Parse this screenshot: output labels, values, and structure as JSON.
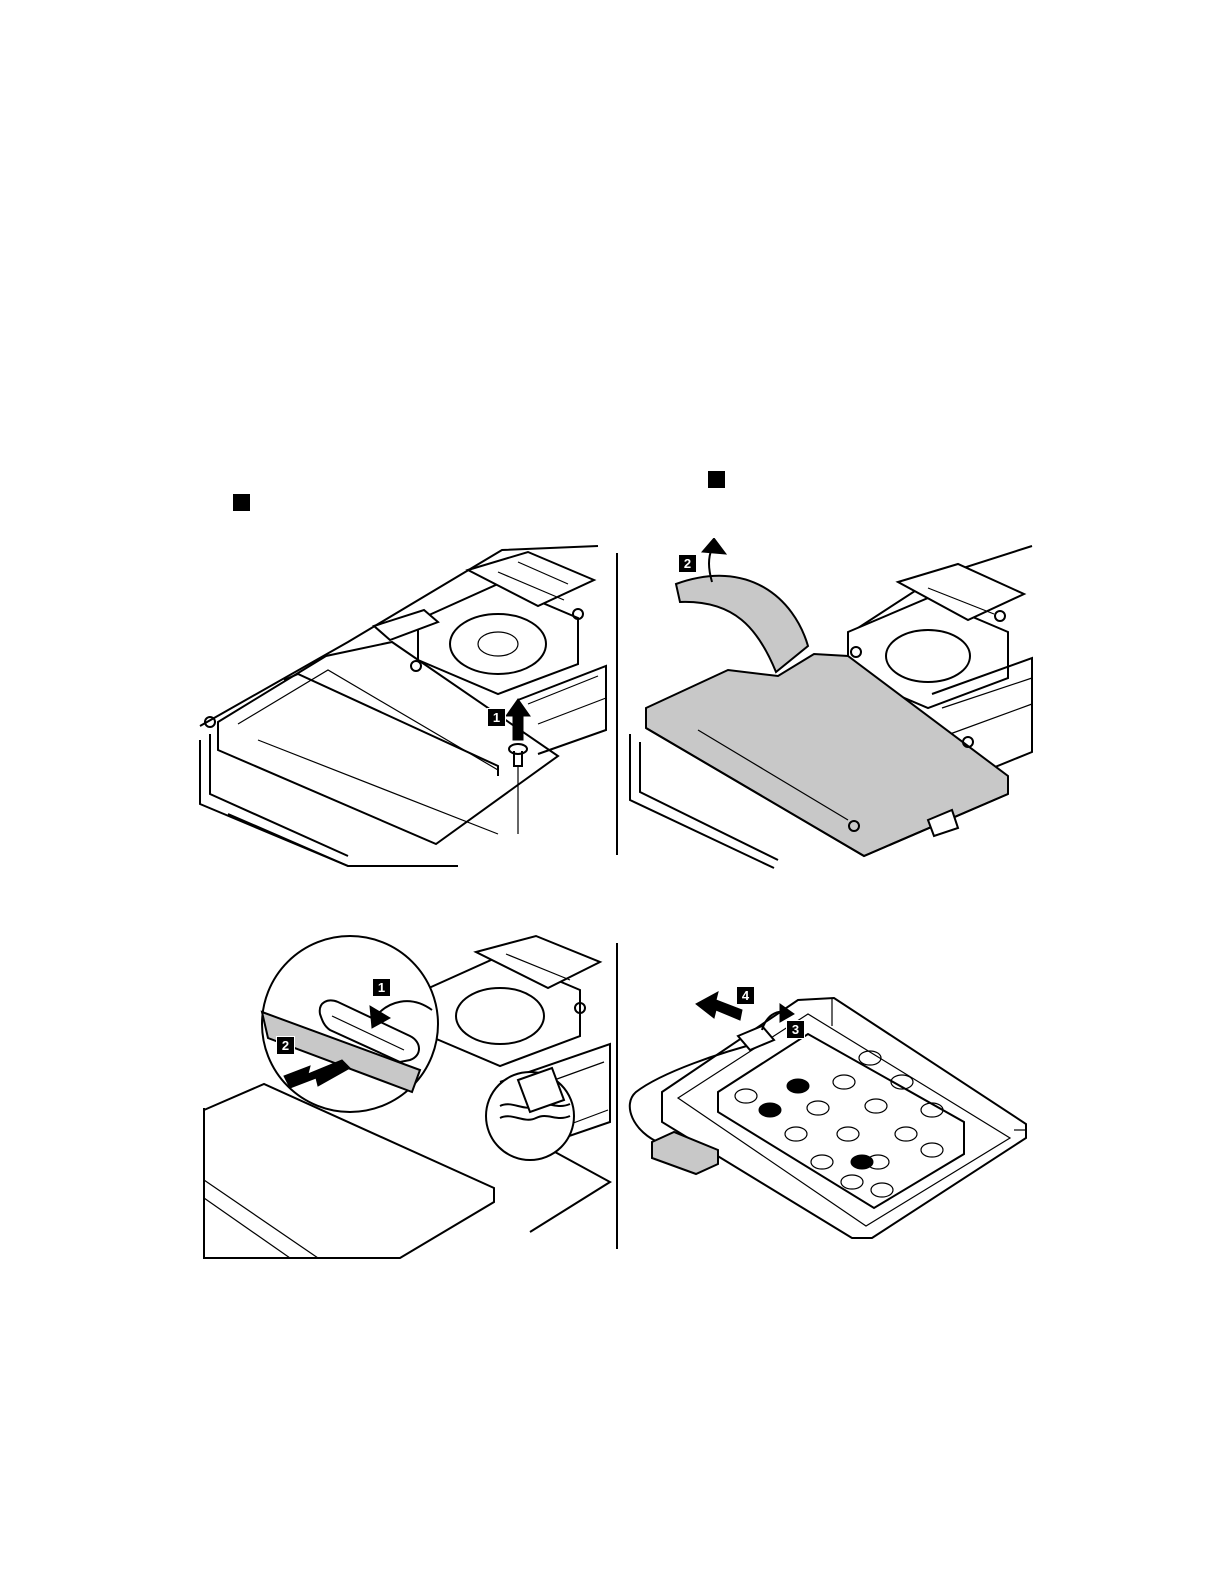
{
  "step_markers": [
    "",
    ""
  ],
  "panels": [
    {
      "callouts": [
        "1"
      ]
    },
    {
      "callouts": [
        "2"
      ]
    },
    {
      "callouts": [
        "1",
        "2"
      ]
    },
    {
      "callouts": [
        "4",
        "3"
      ]
    }
  ],
  "colors": {
    "ink": "#000000",
    "tab_fill": "#c8c8c8",
    "background": "#ffffff"
  }
}
